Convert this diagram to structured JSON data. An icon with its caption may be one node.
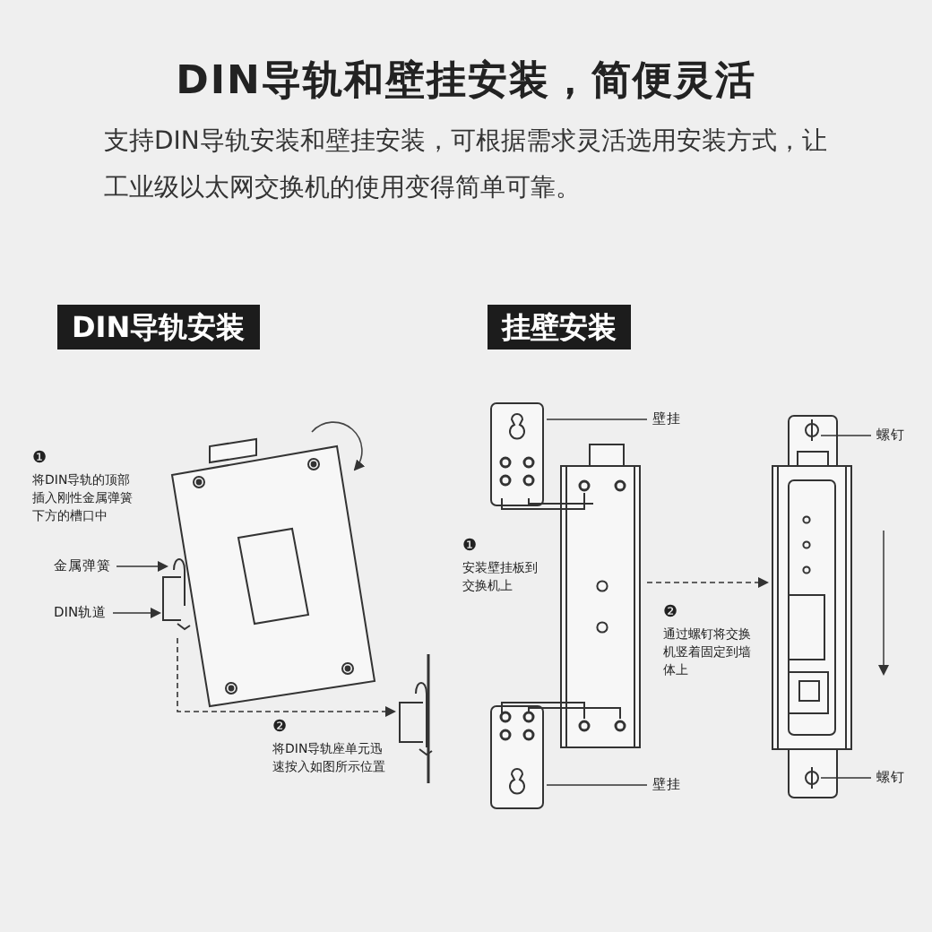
{
  "diagram": {
    "title": "DIN导轨和壁挂安装，简便灵活",
    "nodes": [
      {
        "text": [
          "金属弹簧"
        ]
      },
      {
        "text": [
          "DIN轨道"
        ]
      },
      {
        "text": [],
        "shape": "picture"
      },
      {
        "text": [],
        "shape": "picture"
      },
      {
        "text": [
          "壁挂"
        ]
      },
      {
        "text": [
          "壁挂"
        ]
      },
      {
        "text": [],
        "shape": "picture"
      },
      {
        "text": [],
        "shape": "picture"
      },
      {
        "text": [
          "螺钉"
        ]
      },
      {
        "text": [
          "螺钉"
        ]
      }
    ],
    "edges": [
      {
        "from": 0,
        "to": 2,
        "arrow": "to"
      },
      {
        "from": 1,
        "to": 2,
        "arrow": "to"
      },
      {
        "from": 2,
        "to": 3,
        "arrow": "to",
        "style": "dashed"
      },
      {
        "from": 4,
        "to": 6,
        "arrow": "none"
      },
      {
        "from": 5,
        "to": 6,
        "arrow": "none"
      },
      {
        "from": 6,
        "to": 7,
        "arrow": "to",
        "style": "dashed"
      },
      {
        "from": 8,
        "to": 7,
        "arrow": "none"
      },
      {
        "from": 9,
        "to": 7,
        "arrow": "none"
      }
    ],
    "labels": [
      "支持DIN导轨安装和壁挂安装，可根据需求灵活选用安装方式，让工业级以太网交换机的使用变得简单可靠。",
      "DIN导轨安装",
      "挂壁安装",
      "❶",
      "将DIN导轨的顶部插入刚性金属弹簧下方的槽口中",
      "❷",
      "将DIN导轨座单元迅速按入如图所示位置",
      "❶",
      "安装壁挂板到交换机上",
      "❷",
      "通过螺钉将交换机竖着固定到墙体上"
    ]
  }
}
